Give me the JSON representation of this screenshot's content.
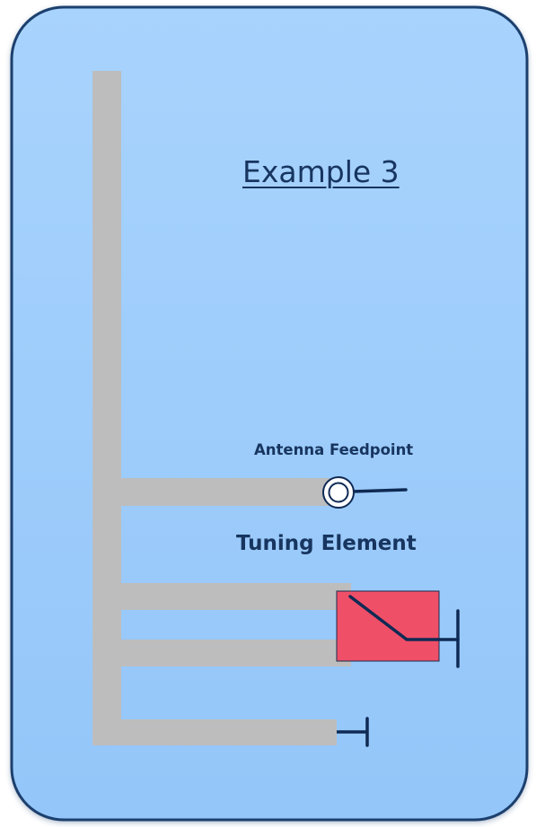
{
  "title": "Example 3",
  "feedpoint_label": "Antenna Feedpoint",
  "tuning_label": "Tuning Element",
  "colors": {
    "panel_fill": "#9fcdfc",
    "panel_border": "#1e3f6e",
    "trace": "#bdbdbd",
    "tuning_element_fill": "#f04f68",
    "line": "#0f2a54",
    "text": "#17355f"
  }
}
